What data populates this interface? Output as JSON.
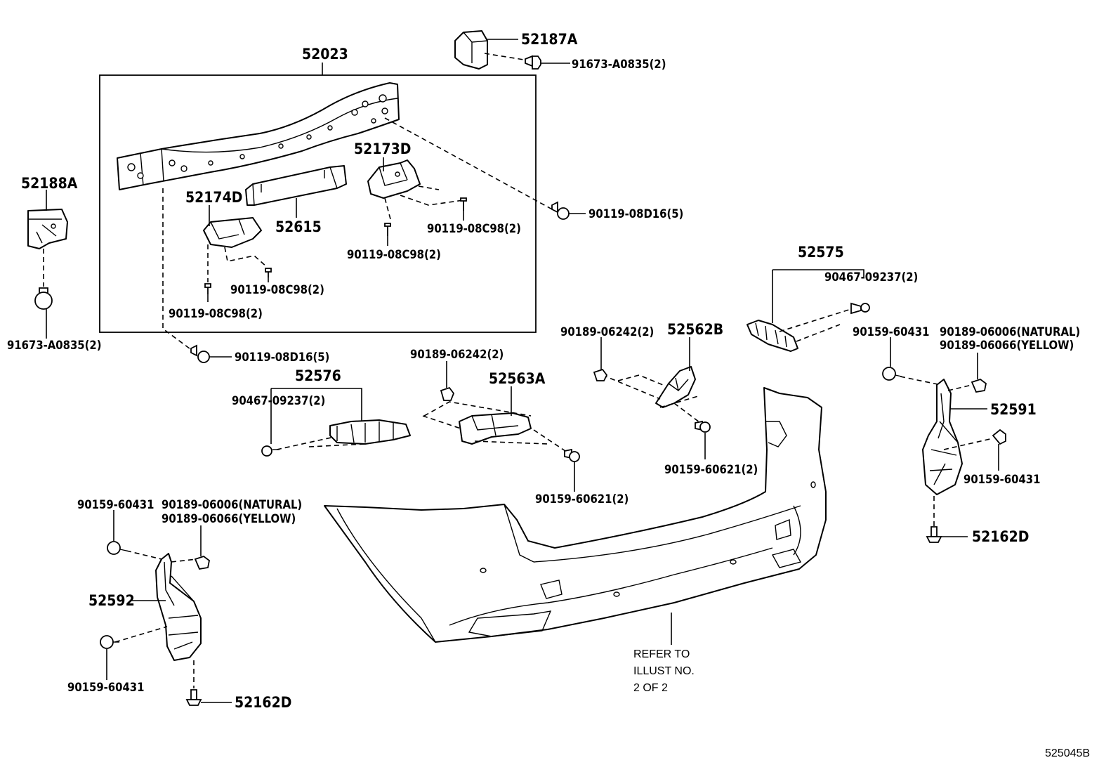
{
  "labels": {
    "p52023": "52023",
    "p52187A": "52187A",
    "p91673_top": "91673-A0835(2)",
    "p52188A": "52188A",
    "p91673_left": "91673-A0835(2)",
    "p52173D": "52173D",
    "p52174D": "52174D",
    "p52615": "52615",
    "p90119_08C98_a": "90119-08C98(2)",
    "p90119_08C98_b": "90119-08C98(2)",
    "p90119_08C98_c": "90119-08C98(2)",
    "p90119_08C98_d": "90119-08C98(2)",
    "p90119_08D16_right": "90119-08D16(5)",
    "p90119_08D16_left": "90119-08D16(5)",
    "p52575": "52575",
    "p90467_right": "90467-09237(2)",
    "p52576": "52576",
    "p90467_left": "90467-09237(2)",
    "p90189_06242_center": "90189-06242(2)",
    "p52562B": "52562B",
    "p90189_06242_mid": "90189-06242(2)",
    "p52563A": "52563A",
    "p90159_60621_right": "90159-60621(2)",
    "p90159_60621_mid": "90159-60621(2)",
    "p90159_60431_rt": "90159-60431",
    "p90189_06006_right": "90189-06006(NATURAL)",
    "p90189_06066_right": "90189-06066(YELLOW)",
    "p52591": "52591",
    "p90159_60431_rb": "90159-60431",
    "p52162D_right": "52162D",
    "p90159_60431_lt": "90159-60431",
    "p90189_06006_left": "90189-06006(NATURAL)",
    "p90189_06066_left": "90189-06066(YELLOW)",
    "p52592": "52592",
    "p90159_60431_lb": "90159-60431",
    "p52162D_left": "52162D"
  },
  "note": {
    "line1": "REFER TO",
    "line2": "ILLUST NO.",
    "line3": "2 OF 2"
  },
  "footer": {
    "code": "525045B"
  }
}
